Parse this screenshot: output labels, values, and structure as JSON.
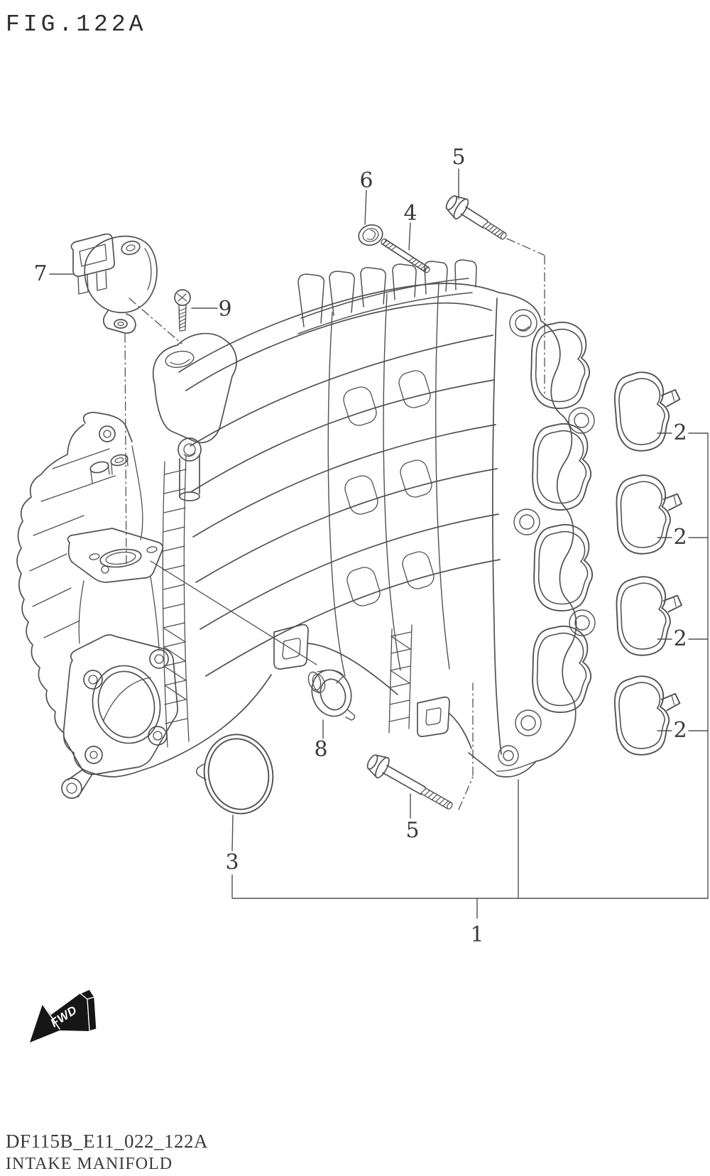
{
  "figure": {
    "title": "FIG.122A"
  },
  "callouts": {
    "c5_top": "5",
    "c6": "6",
    "c4": "4",
    "c7": "7",
    "c9": "9",
    "c2_1": "2",
    "c2_2": "2",
    "c2_3": "2",
    "c2_4": "2",
    "c8": "8",
    "c5_bottom": "5",
    "c3": "3",
    "c1": "1"
  },
  "direction_arrow": {
    "label": "FWD"
  },
  "footer": {
    "drawing_code": "DF115B_E11_022_122A",
    "figure_name": "INTAKE MANIFOLD"
  },
  "colors": {
    "line": "#515151",
    "text": "#3a3a3a",
    "arrow_fill": "#161616",
    "background": "#ffffff"
  }
}
